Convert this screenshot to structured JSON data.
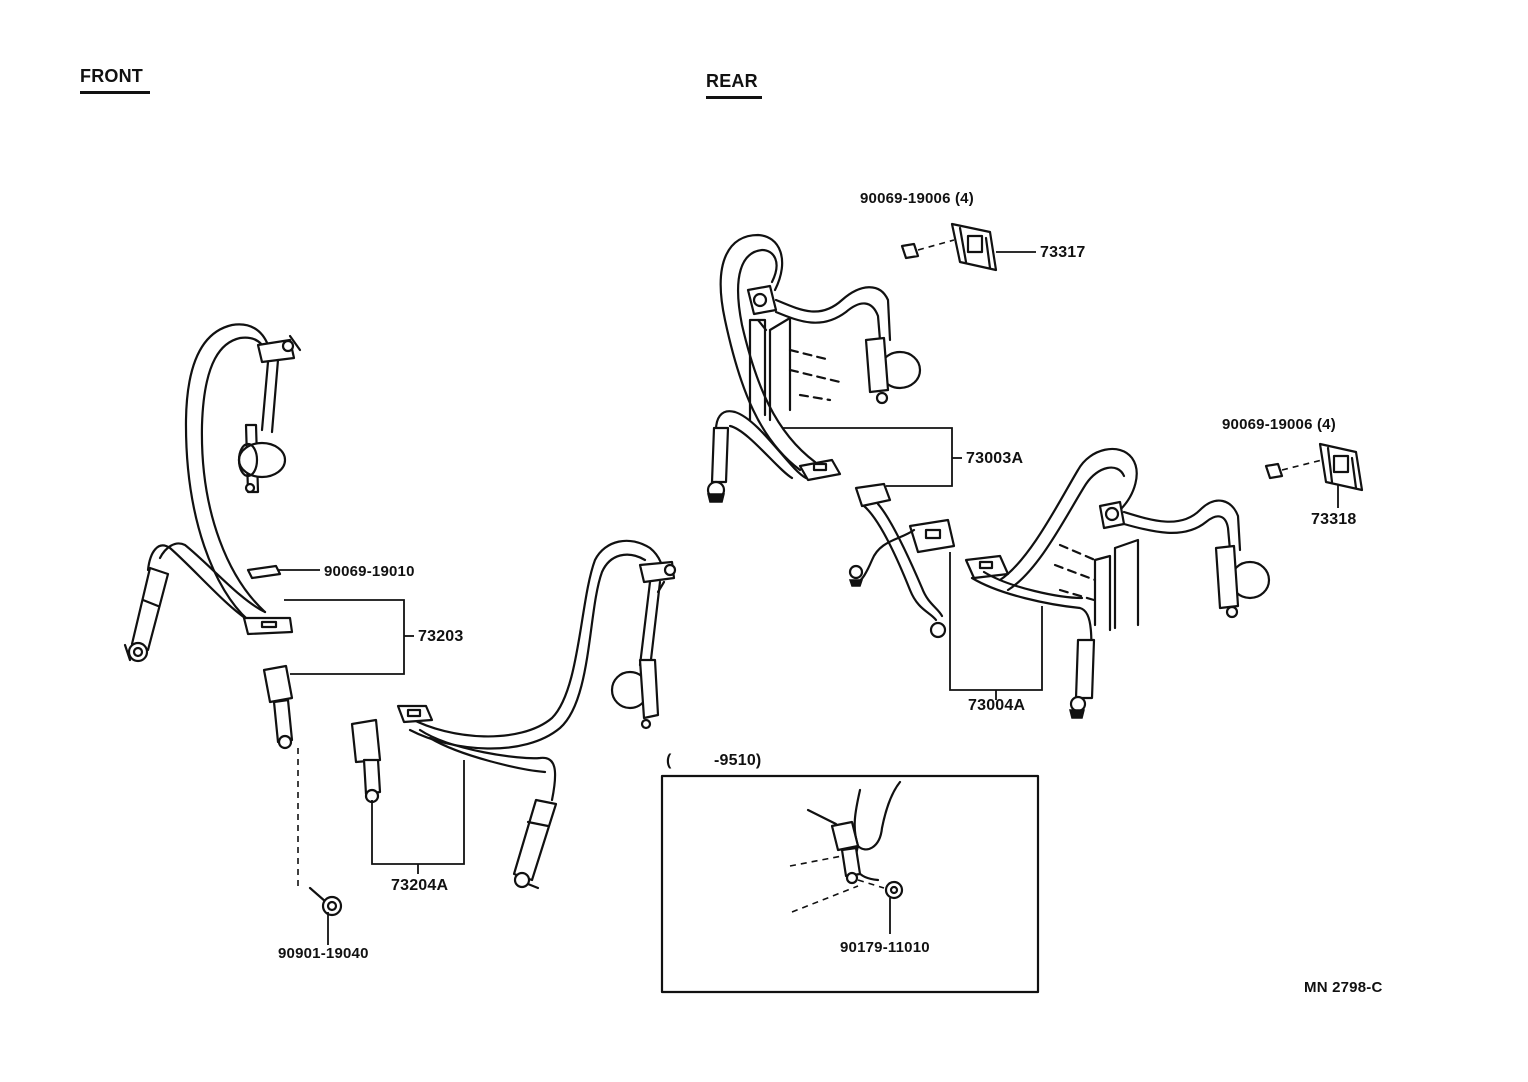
{
  "sections": {
    "front": "FRONT",
    "rear": "REAR"
  },
  "inset": {
    "range_open": "(",
    "range_end": "-9510)"
  },
  "parts": {
    "p90069_19006_a": "90069-19006 (4)",
    "p73317": "73317",
    "p90069_19006_b": "90069-19006 (4)",
    "p73318": "73318",
    "p73003A": "73003A",
    "p73004A": "73004A",
    "p90069_19010": "90069-19010",
    "p73203": "73203",
    "p73204A": "73204A",
    "p90901_19040": "90901-19040",
    "p90179_11010": "90179-11010"
  },
  "drawing_code": "MN  2798-C"
}
